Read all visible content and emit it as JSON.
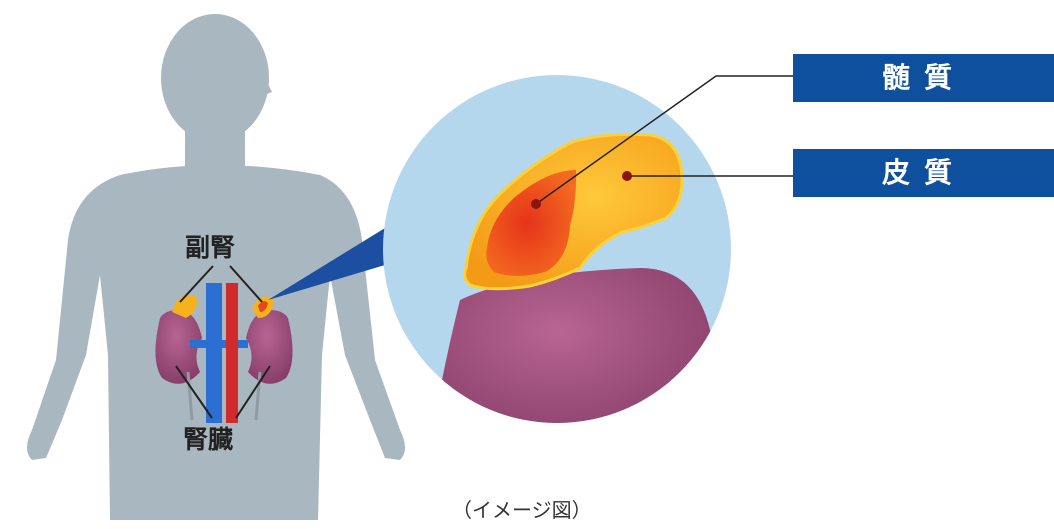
{
  "labels": {
    "medulla": "髄質",
    "cortex": "皮質",
    "adrenal_gland": "副腎",
    "kidney": "腎臓"
  },
  "caption": "（イメージ図）",
  "colors": {
    "silhouette": "#a9b7c1",
    "magnify_circle": "#b5d7ee",
    "label_box": "#0e4f9e",
    "medulla": "#e8471c",
    "cortex": "#f9a825",
    "kidney": "#a24c7f",
    "artery": "#d12a2a",
    "vein": "#2a6fd1"
  }
}
